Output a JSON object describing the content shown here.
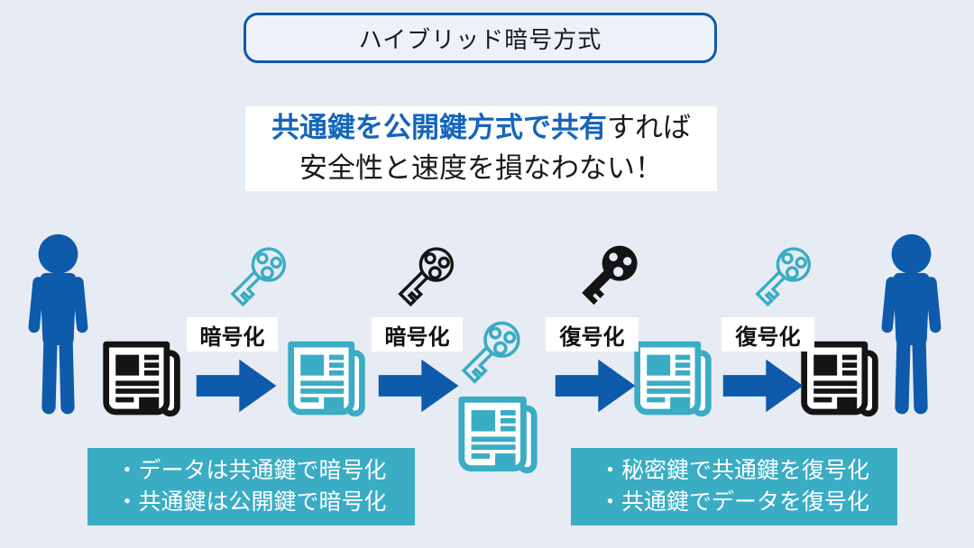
{
  "title_box": {
    "label": "ハイブリッド暗号方式"
  },
  "headline": {
    "line1_highlight": "共通鍵を公開鍵方式で共有",
    "line1_rest": "すれば",
    "line2": "安全性と速度を損なわない！"
  },
  "flow": {
    "actors": [
      {
        "name": "sender",
        "icon": "person-icon"
      },
      {
        "name": "receiver",
        "icon": "person-icon"
      }
    ],
    "documents": [
      {
        "name": "plain-data",
        "icon": "newspaper-icon",
        "color": "#141414"
      },
      {
        "name": "encrypted-data",
        "icon": "newspaper-icon",
        "color": "#3aacc4"
      },
      {
        "name": "encrypted-data-in-transit",
        "icon": "newspaper-icon",
        "color": "#3aacc4"
      },
      {
        "name": "encrypted-data",
        "icon": "newspaper-icon",
        "color": "#3aacc4"
      },
      {
        "name": "decrypted-data",
        "icon": "newspaper-icon",
        "color": "#141414"
      }
    ],
    "keys": [
      {
        "name": "common-key",
        "style": "outline",
        "color": "#3aacc4"
      },
      {
        "name": "public-key",
        "style": "outline",
        "color": "#141414"
      },
      {
        "name": "encrypted-common-key-in-transit",
        "style": "outline",
        "color": "#3aacc4"
      },
      {
        "name": "secret-key",
        "style": "solid",
        "color": "#141414"
      },
      {
        "name": "common-key",
        "style": "outline",
        "color": "#3aacc4"
      }
    ],
    "step_labels": [
      {
        "label": "暗号化"
      },
      {
        "label": "暗号化"
      },
      {
        "label": "復号化"
      },
      {
        "label": "復号化"
      }
    ]
  },
  "notes": {
    "left": {
      "lines": [
        "・データは共通鍵で暗号化",
        "・共通鍵は公開鍵で暗号化"
      ]
    },
    "right": {
      "lines": [
        "・秘密鍵で共通鍵を復号化",
        "・共通鍵でデータを復号化"
      ]
    }
  },
  "colors": {
    "background": "#e7ecf4",
    "blue": "#0e5aab",
    "teal": "#3aacc4",
    "black": "#141414",
    "headline_blue": "#1565bb"
  }
}
